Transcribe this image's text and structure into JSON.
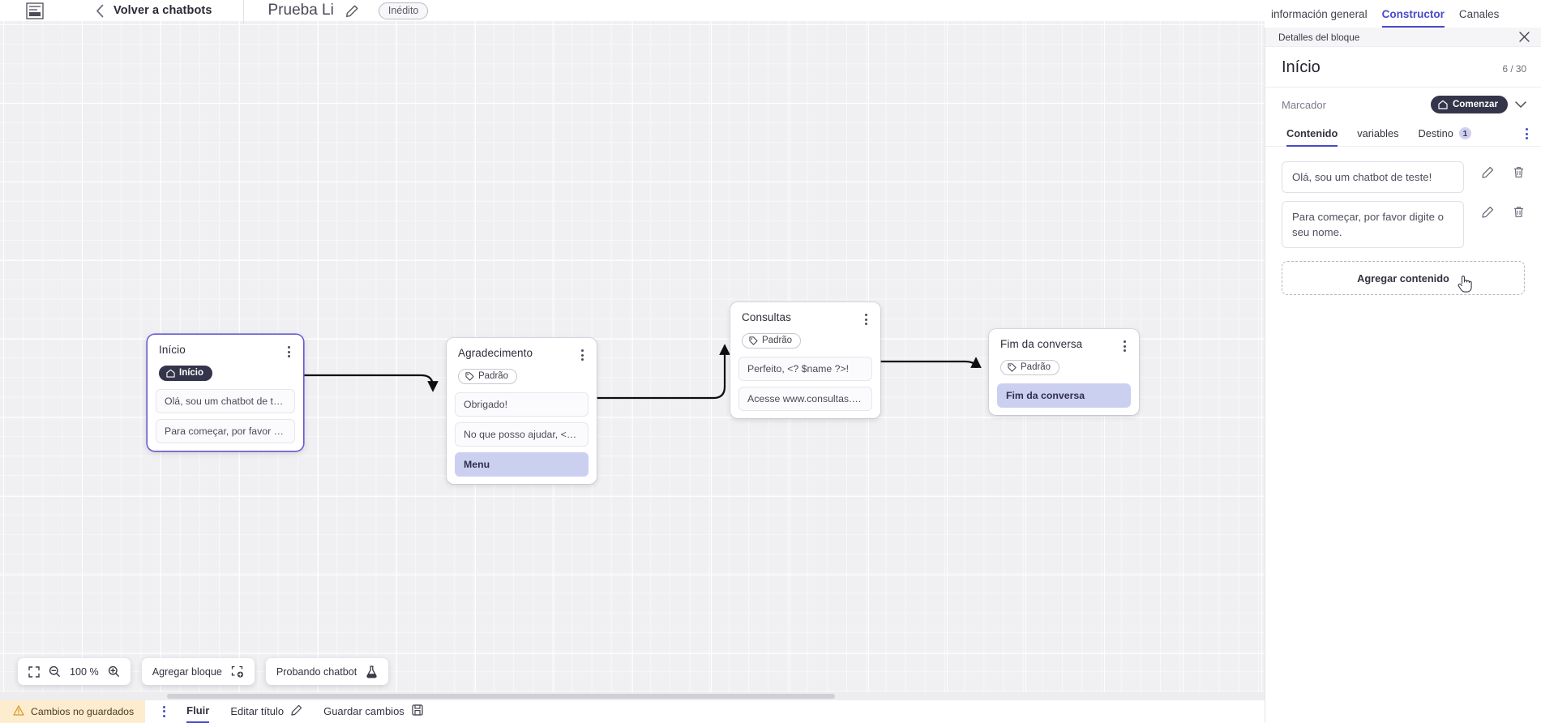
{
  "header": {
    "logo_name": "via-logo",
    "back_label": "Volver a chatbots",
    "flow_title": "Prueba Li",
    "status_badge": "Inédito"
  },
  "right_tabs": [
    {
      "label": "información general",
      "active": false
    },
    {
      "label": "Constructor",
      "active": true
    },
    {
      "label": "Canales",
      "active": false
    }
  ],
  "canvas": {
    "nodes": [
      {
        "title": "Início",
        "tag": "Início",
        "tag_style": "dark",
        "tag_icon": "home-icon",
        "selected": true,
        "messages": [
          {
            "text": "Olá, sou um chatbot de teste!",
            "accent": false
          },
          {
            "text": "Para começar, por favor digite o ...",
            "accent": false
          }
        ]
      },
      {
        "title": "Agradecimento",
        "tag": "Padrão",
        "tag_style": "light",
        "tag_icon": "tag-icon",
        "selected": false,
        "messages": [
          {
            "text": "Obrigado!",
            "accent": false
          },
          {
            "text": "No que posso ajudar, <? $name ...",
            "accent": false
          },
          {
            "text": "Menu",
            "accent": true
          }
        ]
      },
      {
        "title": "Consultas",
        "tag": "Padrão",
        "tag_style": "light",
        "tag_icon": "tag-icon",
        "selected": false,
        "messages": [
          {
            "text": "Perfeito, <? $name ?>!",
            "accent": false
          },
          {
            "text": "Acesse www.consultas.com par...",
            "accent": false
          }
        ]
      },
      {
        "title": "Fim da conversa",
        "tag": "Padrão",
        "tag_style": "light",
        "tag_icon": "tag-icon",
        "selected": false,
        "messages": [
          {
            "text": "Fim da conversa",
            "accent": true
          }
        ]
      }
    ]
  },
  "toolbar": {
    "fit_icon": "fit-screen-icon",
    "zoom_out_icon": "zoom-out-icon",
    "zoom_level": "100 %",
    "zoom_in_icon": "zoom-in-icon",
    "add_block_label": "Agregar bloque",
    "add_block_icon": "add-block-icon",
    "test_chatbot_label": "Probando chatbot",
    "test_chatbot_icon": "flask-icon"
  },
  "statusbar": {
    "unsaved_label": "Cambios no guardados",
    "warning_icon": "warning-icon",
    "flow_label": "Fluir",
    "edit_title_label": "Editar título",
    "edit_title_icon": "pencil-icon",
    "save_label": "Guardar cambios",
    "save_icon": "save-disk-icon"
  },
  "panel": {
    "bar_title": "Detalles del bloque",
    "close_icon": "close-icon",
    "title": "Início",
    "count": "6 / 30",
    "marker_label": "Marcador",
    "marker_value": "Comenzar",
    "marker_icon": "home-icon",
    "marker_chevron": "chevron-down-icon",
    "tabs": [
      {
        "label": "Contenido",
        "active": true,
        "badge": ""
      },
      {
        "label": "variables",
        "active": false,
        "badge": ""
      },
      {
        "label": "Destino",
        "active": false,
        "badge": "1"
      }
    ],
    "contents": [
      {
        "text": "Olá, sou um chatbot de teste!",
        "edit_icon": "pencil-icon",
        "delete_icon": "trash-icon"
      },
      {
        "text": "Para começar, por favor digite o seu nome.",
        "edit_icon": "pencil-icon",
        "delete_icon": "trash-icon"
      }
    ],
    "add_content_label": "Agregar contenido"
  },
  "colors": {
    "accent": "#4a49c9",
    "dark_pill": "#34344a",
    "node_highlight": "#ccd0f0",
    "canvas_bg": "#f0f0f2",
    "unsaved_bg": "#fdeccd"
  }
}
